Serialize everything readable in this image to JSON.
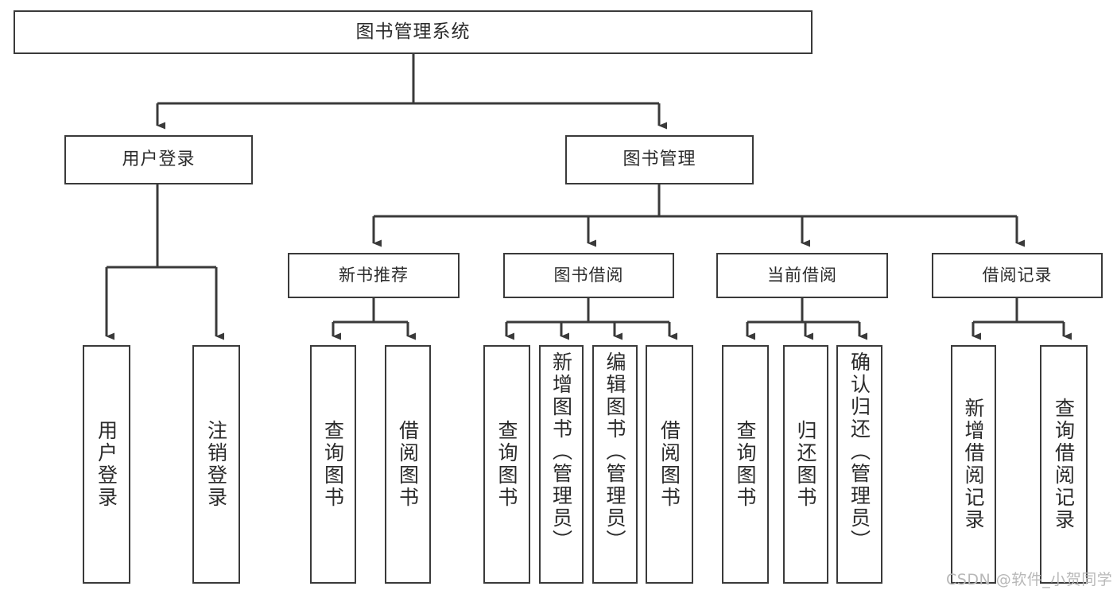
{
  "diagram": {
    "title": "图书管理系统",
    "type": "hierarchy-tree",
    "levels": 4,
    "colors": {
      "stroke": "#3a3a3a",
      "text": "#2b2b2b",
      "background": "#ffffff",
      "watermark": "#b8b8b8"
    },
    "root": {
      "label": "图书管理系统"
    },
    "level2": [
      {
        "label": "用户登录"
      },
      {
        "label": "图书管理"
      }
    ],
    "level3": [
      {
        "label": "新书推荐"
      },
      {
        "label": "图书借阅"
      },
      {
        "label": "当前借阅"
      },
      {
        "label": "借阅记录"
      }
    ],
    "leaves": {
      "user_login": [
        {
          "label": "用户登录"
        },
        {
          "label": "注销登录"
        }
      ],
      "new_book_recommend": [
        {
          "label": "查询图书"
        },
        {
          "label": "借阅图书"
        }
      ],
      "book_borrow": [
        {
          "label": "查询图书"
        },
        {
          "label": "新增图书（管理员）"
        },
        {
          "label": "编辑图书（管理员）"
        },
        {
          "label": "借阅图书"
        }
      ],
      "current_borrow": [
        {
          "label": "查询图书"
        },
        {
          "label": "归还图书"
        },
        {
          "label": "确认归还（管理员）"
        }
      ],
      "borrow_record": [
        {
          "label": "新增借阅记录"
        },
        {
          "label": "查询借阅记录"
        }
      ]
    }
  },
  "watermark": {
    "text": "CSDN @软件_小贺同学"
  }
}
